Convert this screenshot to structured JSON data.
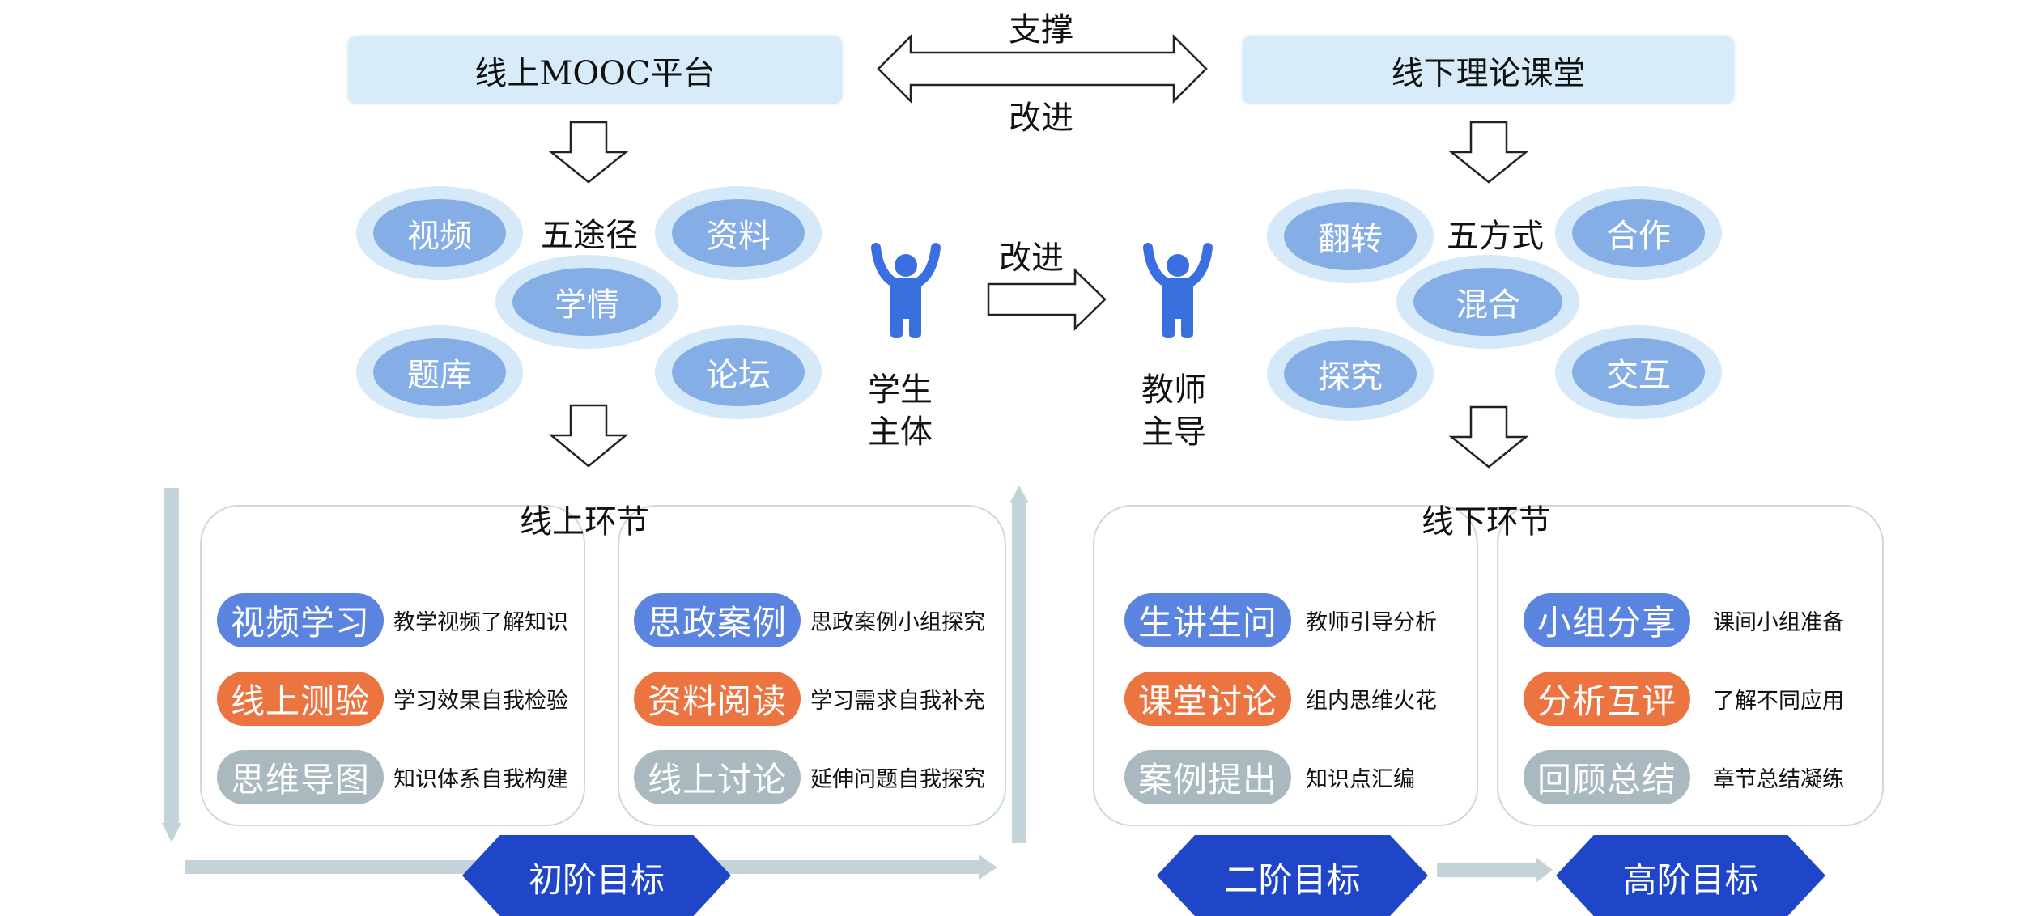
{
  "top": {
    "online_platform": "线上MOOC平台",
    "offline_classroom": "线下理论课堂",
    "support_label": "支撑",
    "improve_label": "改进"
  },
  "online_paths": {
    "title": "五途径",
    "items": [
      "视频",
      "资料",
      "学情",
      "题库",
      "论坛"
    ]
  },
  "offline_modes": {
    "title": "五方式",
    "items": [
      "翻转",
      "合作",
      "混合",
      "探究",
      "交互"
    ]
  },
  "middle": {
    "student_label_line1": "学生",
    "student_label_line2": "主体",
    "teacher_label_line1": "教师",
    "teacher_label_line2": "主导",
    "improve_label": "改进"
  },
  "online_section": {
    "title": "线上环节",
    "left_rows": [
      {
        "tag": "视频学习",
        "desc": "教学视频了解知识",
        "color": "blue"
      },
      {
        "tag": "线上测验",
        "desc": "学习效果自我检验",
        "color": "orange"
      },
      {
        "tag": "思维导图",
        "desc": "知识体系自我构建",
        "color": "gray"
      }
    ],
    "right_rows": [
      {
        "tag": "思政案例",
        "desc": "思政案例小组探究",
        "color": "blue"
      },
      {
        "tag": "资料阅读",
        "desc": "学习需求自我补充",
        "color": "orange"
      },
      {
        "tag": "线上讨论",
        "desc": "延伸问题自我探究",
        "color": "gray"
      }
    ]
  },
  "offline_section": {
    "title": "线下环节",
    "left_rows": [
      {
        "tag": "生讲生问",
        "desc": "教师引导分析",
        "color": "blue"
      },
      {
        "tag": "课堂讨论",
        "desc": "组内思维火花",
        "color": "orange"
      },
      {
        "tag": "案例提出",
        "desc": "知识点汇编",
        "color": "gray"
      }
    ],
    "right_rows": [
      {
        "tag": "小组分享",
        "desc": "课间小组准备",
        "color": "blue"
      },
      {
        "tag": "分析互评",
        "desc": "了解不同应用",
        "color": "orange"
      },
      {
        "tag": "回顾总结",
        "desc": "章节总结凝练",
        "color": "gray"
      }
    ]
  },
  "goals": {
    "primary": "初阶目标",
    "secondary": "二阶目标",
    "advanced": "高阶目标"
  },
  "colors": {
    "blue": "#5b84e0",
    "orange": "#ec7440",
    "gray": "#a9b9bf",
    "goal": "#1f46c8",
    "person": "#3a6fe0",
    "flow_arrow": "#c3d3d8"
  }
}
